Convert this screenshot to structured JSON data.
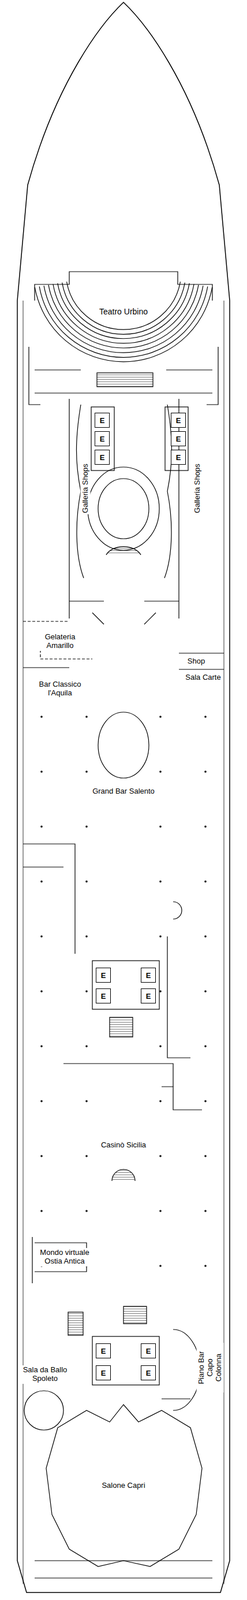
{
  "diagram": {
    "nodes": [
      {
        "text": [
          "E"
        ]
      },
      {
        "text": [
          "E"
        ]
      },
      {
        "text": [
          "E"
        ]
      },
      {
        "text": [
          "E"
        ]
      },
      {
        "text": [
          "E"
        ]
      },
      {
        "text": [
          "E"
        ]
      },
      {
        "text": [
          "E"
        ]
      },
      {
        "text": [
          "E"
        ]
      },
      {
        "text": [
          "E"
        ]
      },
      {
        "text": [
          "E"
        ]
      },
      {
        "text": [
          "E"
        ]
      },
      {
        "text": [
          "E"
        ]
      },
      {
        "text": [
          "E"
        ]
      },
      {
        "text": [
          "E"
        ]
      }
    ],
    "labels": [
      "Teatro Urbino",
      "Galleria Shops",
      "Galleria Shops",
      "Gelateria Amarillo",
      "Shop",
      "Sala Carte",
      "Bar Classico l'Aquila",
      "Grand Bar Salento",
      "Casinò Sicilia",
      "Mondo virtuale Ostia Antica",
      "Sala da Ballo Spoleto",
      "Piano Bar Capo Colonna",
      "Salone Capri"
    ]
  }
}
